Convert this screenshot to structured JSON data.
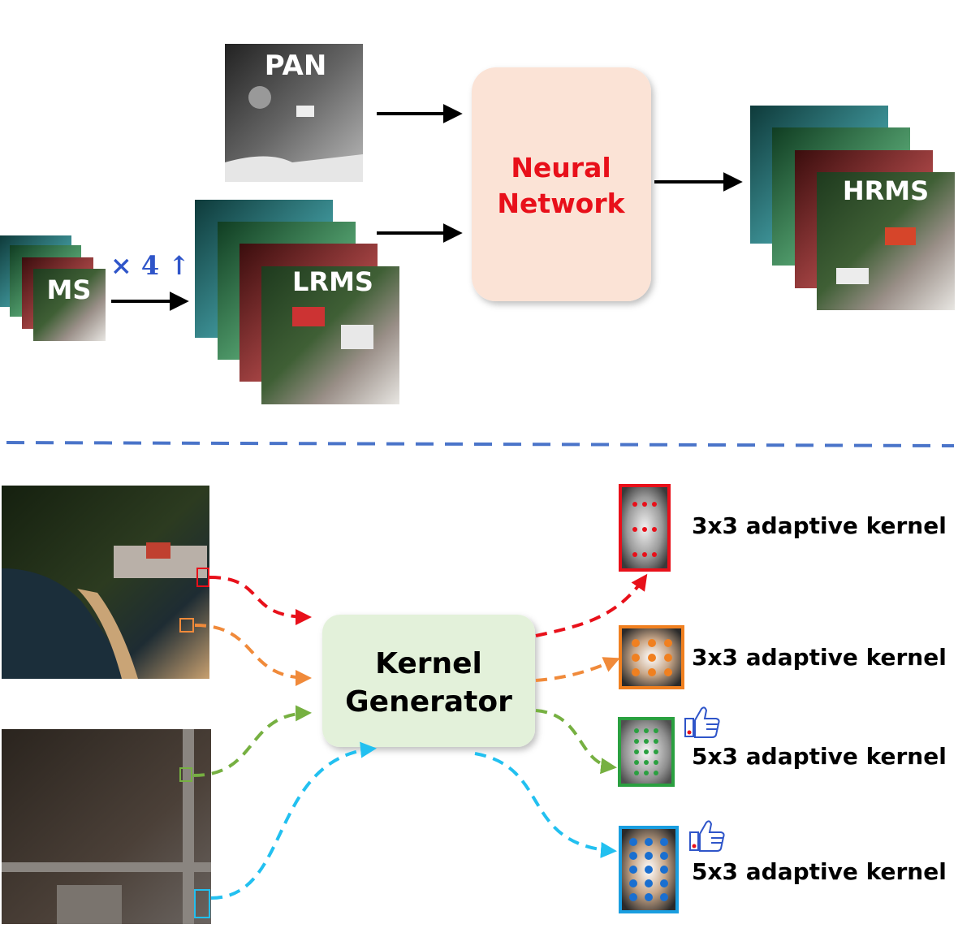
{
  "top": {
    "pan_label": "PAN",
    "ms_label": "MS",
    "lrms_label": "LRMS",
    "hrms_label": "HRMS",
    "upsample_label": "× 4 ↑",
    "network_line1": "Neural",
    "network_line2": "Network"
  },
  "bottom": {
    "generator_line1": "Kernel",
    "generator_line2": "Generator",
    "kernels": [
      {
        "label": "3x3 adaptive kernel",
        "color": "#e8101a"
      },
      {
        "label": "3x3 adaptive kernel",
        "color": "#f08020"
      },
      {
        "label": "5x3 adaptive kernel",
        "color": "#2aa040"
      },
      {
        "label": "5x3 adaptive kernel",
        "color": "#1a9ee0"
      }
    ]
  },
  "colors": {
    "network_fill": "#fbe3d6",
    "generator_fill": "#e3f1da",
    "network_text": "#e8101a",
    "divider": "#4a74c9",
    "upsample_text": "#2f55c9",
    "red_flow": "#e8101a",
    "orange_flow": "#f08a3a",
    "green_flow": "#76b041",
    "cyan_flow": "#22c0f0"
  }
}
